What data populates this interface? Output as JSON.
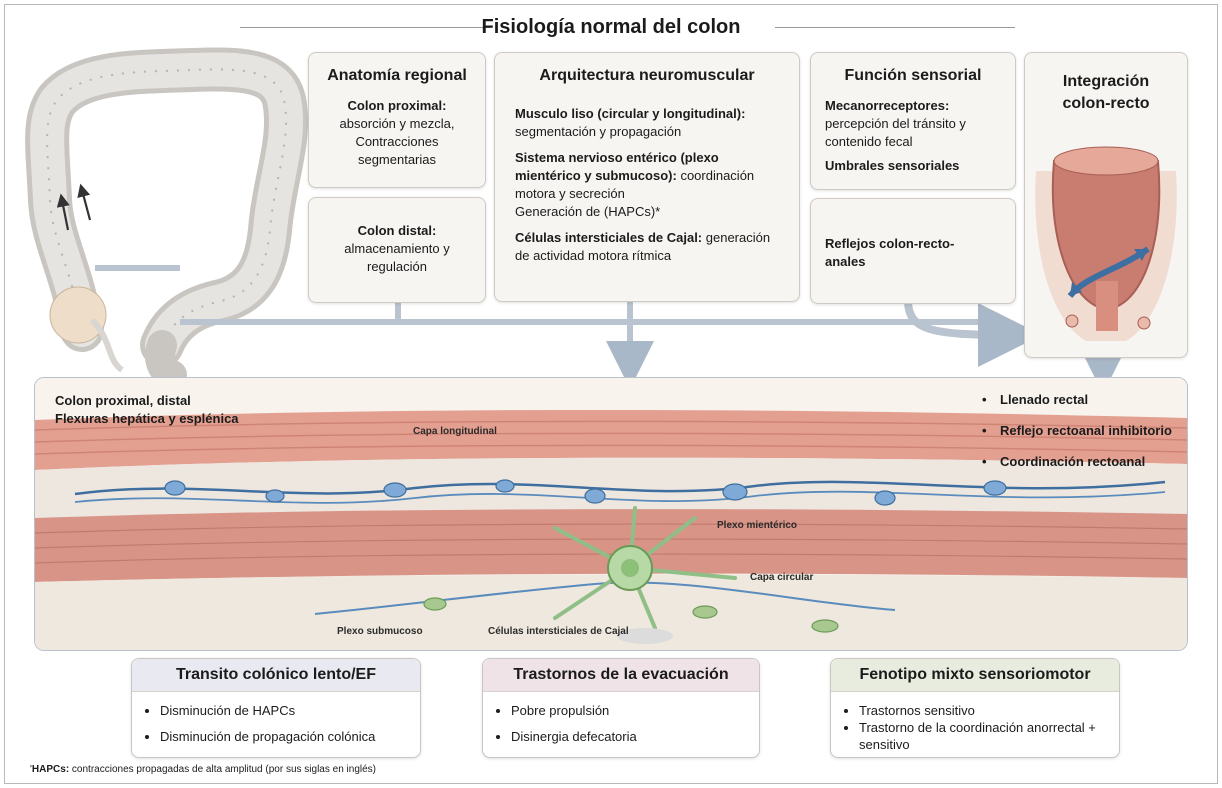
{
  "title": "Fisiología normal del colon",
  "anatomia": {
    "heading": "Anatomía regional",
    "proximal_label": "Colon proximal:",
    "proximal_text": "absorción y mezcla, Contracciones segmentarias",
    "distal_label": "Colon distal:",
    "distal_text": "almacenamiento y regulación"
  },
  "arquitectura": {
    "heading": "Arquitectura neuromuscular",
    "item1_label": "Musculo liso (circular y longitudinal):",
    "item1_text": "segmentación y propagación",
    "item2_label": "Sistema nervioso entérico (plexo mientérico y submucoso):",
    "item2_text": "coordinación motora y secreción",
    "item2_extra": "Generación de (HAPCs)*",
    "item3_label": "Células intersticiales de Cajal:",
    "item3_text": "generación de actividad motora rítmica"
  },
  "sensorial": {
    "heading": "Función sensorial",
    "mecano_label": "Mecanorreceptores:",
    "mecano_text": "percepción del tránsito y contenido fecal",
    "umbrales": "Umbrales sensoriales",
    "reflejos": "Reflejos colon-recto-anales"
  },
  "integracion": {
    "line1": "Integración",
    "line2": "colon-recto"
  },
  "panel": {
    "left_line1": "Colon proximal, distal",
    "left_line2": "Flexuras hepática y esplénica",
    "right_items": [
      "Llenado rectal",
      "Reflejo rectoanal inhibitorio",
      "Coordinación rectoanal"
    ],
    "labels": {
      "longitudinal": "Capa longitudinal",
      "mienterico": "Plexo mientérico",
      "circular": "Capa circular",
      "submucoso": "Plexo submucoso",
      "cajal": "Células intersticiales de Cajal"
    }
  },
  "phenotypes": [
    {
      "title": "Transito colónico lento/EF",
      "items": [
        "Disminución de HAPCs",
        "Disminución de propagación colónica"
      ],
      "color": "#e8e9f1"
    },
    {
      "title": "Trastornos de la evacuación",
      "items": [
        "Pobre propulsión",
        "Disinergia defecatoria"
      ],
      "color": "#efe3e8"
    },
    {
      "title": "Fenotipo mixto sensoriomotor",
      "items": [
        "Trastornos sensitivo",
        "Trastorno de la coordinación anorrectal + sensitivo"
      ],
      "color": "#e7ecdf"
    }
  ],
  "footnote": {
    "mark": "'",
    "label": "HAPCs:",
    "text": " contracciones propagadas de alta amplitud (por sus siglas en inglés)"
  }
}
